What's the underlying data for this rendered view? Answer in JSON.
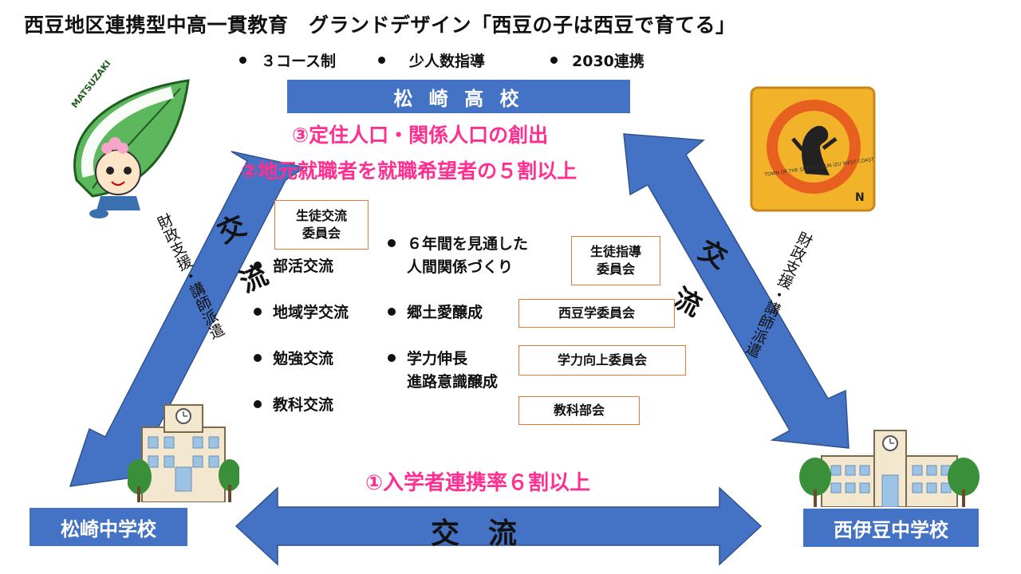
{
  "title": "西豆地区連携型中高一貫教育　グランドデザイン「西豆の子は西豆で育てる」",
  "bullets": [
    "３コース制",
    "少人数指導",
    "2030連携"
  ],
  "schools": {
    "high": "松 崎 高 校",
    "jhs_left": "松崎中学校",
    "jhs_right": "西伊豆中学校"
  },
  "goals": {
    "goal3": "③定住人口・関係人口の創出",
    "goal2": "②地元就職者を就職希望者の５割以上",
    "goal1": "①入学者連携率６割以上"
  },
  "exchange": {
    "left": "交　流",
    "right": "交　流",
    "bottom": "交　流"
  },
  "support": {
    "left": "財政支援・講師派遣",
    "right": "財政支援・講師派遣"
  },
  "activities_left": [
    "部活交流",
    "地域学交流",
    "勉強交流",
    "教科交流"
  ],
  "activities_right": [
    "６年間を見通した\n人間関係づくり",
    "郷土愛醸成",
    "学力伸長\n進路意識醸成"
  ],
  "committees": {
    "student_exchange": "生徒交流\n委員会",
    "student_guidance": "生徒指導\n委員会",
    "nishizu_studies": "西豆学委員会",
    "academic": "学力向上委員会",
    "subject": "教科部会"
  },
  "mascot_text": "MATSUZAKI",
  "badge_text": "TOWN OF THE SETTING SUN IZU WEST COAST",
  "badge_mark": "N",
  "colors": {
    "arrow_blue": "#4472C4",
    "arrow_edge": "#2F528F",
    "goal_pink": "#FF2F92",
    "committee_border": "#E07B39"
  }
}
